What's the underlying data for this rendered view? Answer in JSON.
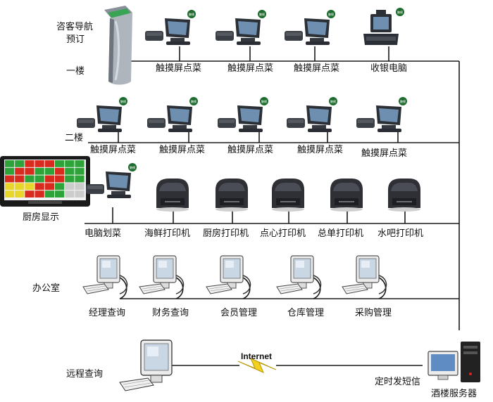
{
  "labels": {
    "kiosk_line1": "咨客导航",
    "kiosk_line2": "预订",
    "floor1": "一楼",
    "floor2": "二楼",
    "office": "办公室",
    "remote": "远程查询",
    "kitchen_display": "厨房显示",
    "pc_dispatch": "电脑划菜",
    "internet": "Internet",
    "sms": "定时发短信",
    "server": "酒楼服务器",
    "pos_badge": "触摸"
  },
  "floor1_items": [
    "触摸屏点菜",
    "触摸屏点菜",
    "触摸屏点菜",
    "收银电脑"
  ],
  "floor2_items": [
    "触摸屏点菜",
    "触摸屏点菜",
    "触摸屏点菜",
    "触摸屏点菜",
    "触摸屏点菜"
  ],
  "printers": [
    "海鲜打印机",
    "厨房打印机",
    "点心打印机",
    "总单打印机",
    "水吧打印机"
  ],
  "office_items": [
    "经理查询",
    "财务查询",
    "会员管理",
    "仓库管理",
    "采购管理"
  ],
  "colors": {
    "line": "#1a1a1a",
    "pos_dark": "#2b2f36",
    "pos_screen": "#6f8fb0",
    "badge": "#1e6b2e",
    "monitor_frame": "#e8e8e8",
    "lightning": "#f2d01e",
    "tower": "#222222",
    "kitchen_red": "#d82a1e",
    "kitchen_green": "#2ea33a",
    "kitchen_yellow": "#e8d72a"
  }
}
